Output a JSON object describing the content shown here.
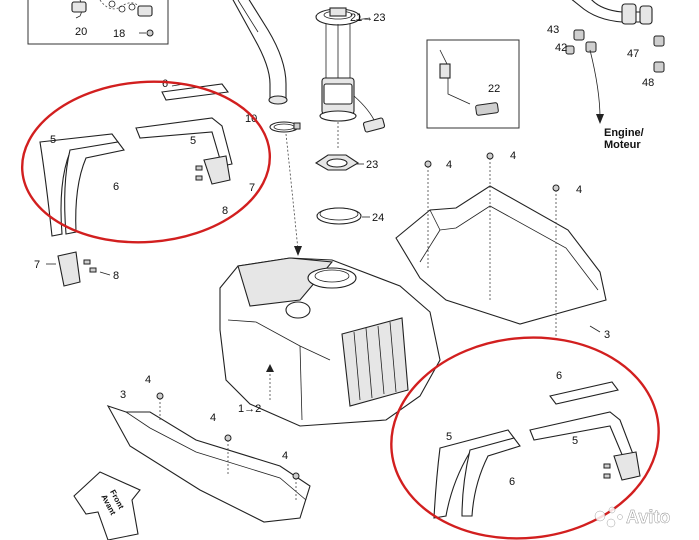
{
  "labels": {
    "l20": "20",
    "l18": "18",
    "l21_23": "21→23",
    "l43": "43",
    "l42": "42",
    "l47": "47",
    "l48": "48",
    "l22": "22",
    "l10": "10",
    "l6_top_left": "6",
    "l5_left_a": "5",
    "l5_left_b": "5",
    "l6_left": "6",
    "l7_left_circle": "7",
    "l8_left_circle": "8",
    "l7_left": "7",
    "l8_left": "8",
    "l23": "23",
    "l24": "24",
    "l4_a": "4",
    "l4_b": "4",
    "l4_c": "4",
    "l3_right": "3",
    "l1_2": "1→2",
    "l3_left": "3",
    "l4_d": "4",
    "l4_e": "4",
    "l4_f": "4",
    "l6_right_a": "6",
    "l5_right_a": "5",
    "l5_right_b": "5",
    "l6_right_b": "6"
  },
  "engine_label": {
    "line1": "Engine/",
    "line2": "Moteur"
  },
  "front_label": {
    "line1": "Front",
    "line2": "Avant"
  },
  "watermark": {
    "text": "Avito"
  },
  "colors": {
    "highlight_circle": "#d21f1f",
    "line": "#222222"
  }
}
